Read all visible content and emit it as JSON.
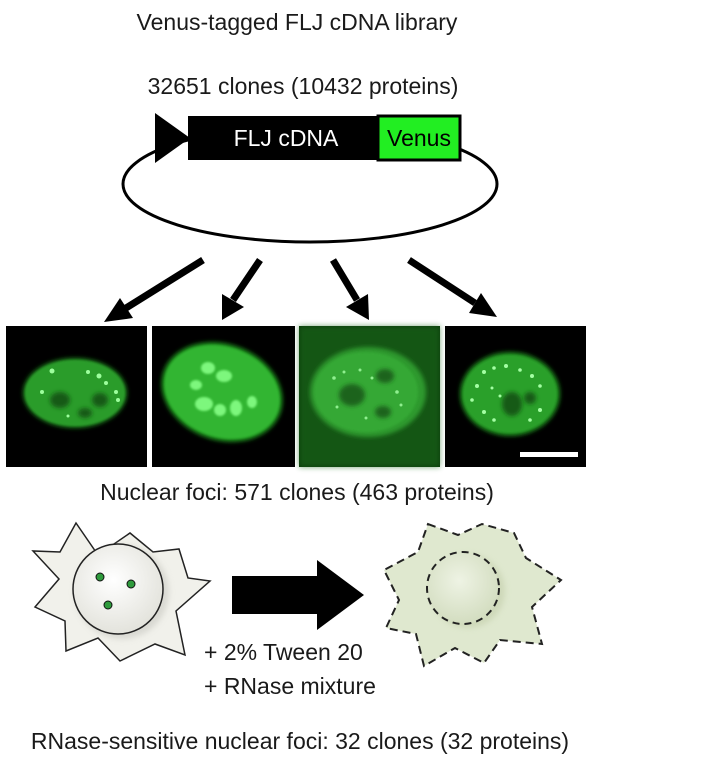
{
  "library_title": "Venus-tagged FLJ cDNA library",
  "library_count": "32651 clones (10432 proteins)",
  "plasmid": {
    "insert_label": "FLJ cDNA",
    "tag_label": "Venus",
    "tag_color": "#22ee22",
    "insert_color": "#000000"
  },
  "nuclear_foci": "Nuclear foci: 571 clones (463 proteins)",
  "treatment": {
    "line1": "+ 2% Tween 20",
    "line2": "+ RNase mixture"
  },
  "final_result": "RNase-sensitive nuclear foci: 32 clones (32 proteins)",
  "colors": {
    "fluorescence": "#2fc22f",
    "cell_before": "#f1f1eb",
    "cell_after": "#dfe8cf",
    "foci_dot": "#2e9a3c"
  }
}
